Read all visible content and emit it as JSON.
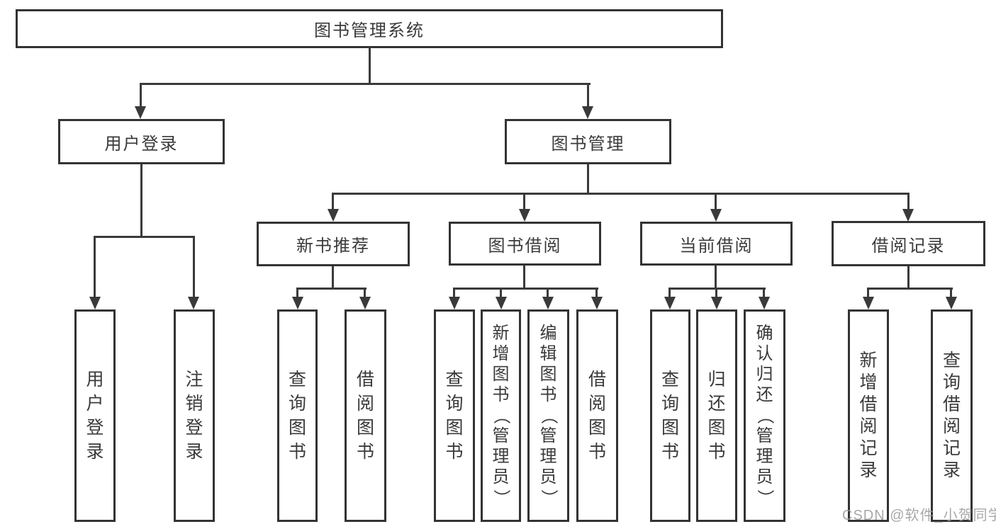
{
  "tree": {
    "root": {
      "label": "图书管理系统",
      "children": [
        {
          "label": "用户登录",
          "children": [
            {
              "label": "用户登录"
            },
            {
              "label": "注销登录"
            }
          ]
        },
        {
          "label": "图书管理",
          "children": [
            {
              "label": "新书推荐",
              "children": [
                {
                  "label": "查询图书"
                },
                {
                  "label": "借阅图书"
                }
              ]
            },
            {
              "label": "图书借阅",
              "children": [
                {
                  "label": "查询图书"
                },
                {
                  "label": "新增图书（管理员）"
                },
                {
                  "label": "编辑图书（管理员）"
                },
                {
                  "label": "借阅图书"
                }
              ]
            },
            {
              "label": "当前借阅",
              "children": [
                {
                  "label": "查询图书"
                },
                {
                  "label": "归还图书"
                },
                {
                  "label": "确认归还（管理员）"
                }
              ]
            },
            {
              "label": "借阅记录",
              "children": [
                {
                  "label": "新增借阅记录"
                },
                {
                  "label": "查询借阅记录"
                }
              ]
            }
          ]
        }
      ]
    }
  },
  "watermark": {
    "text": "CSDN @软件_小贺同学"
  },
  "colors": {
    "background": "#ffffff",
    "box_border": "#333333",
    "line": "#3a3a3a",
    "text": "#3a3a3a",
    "watermark": "#999999"
  }
}
